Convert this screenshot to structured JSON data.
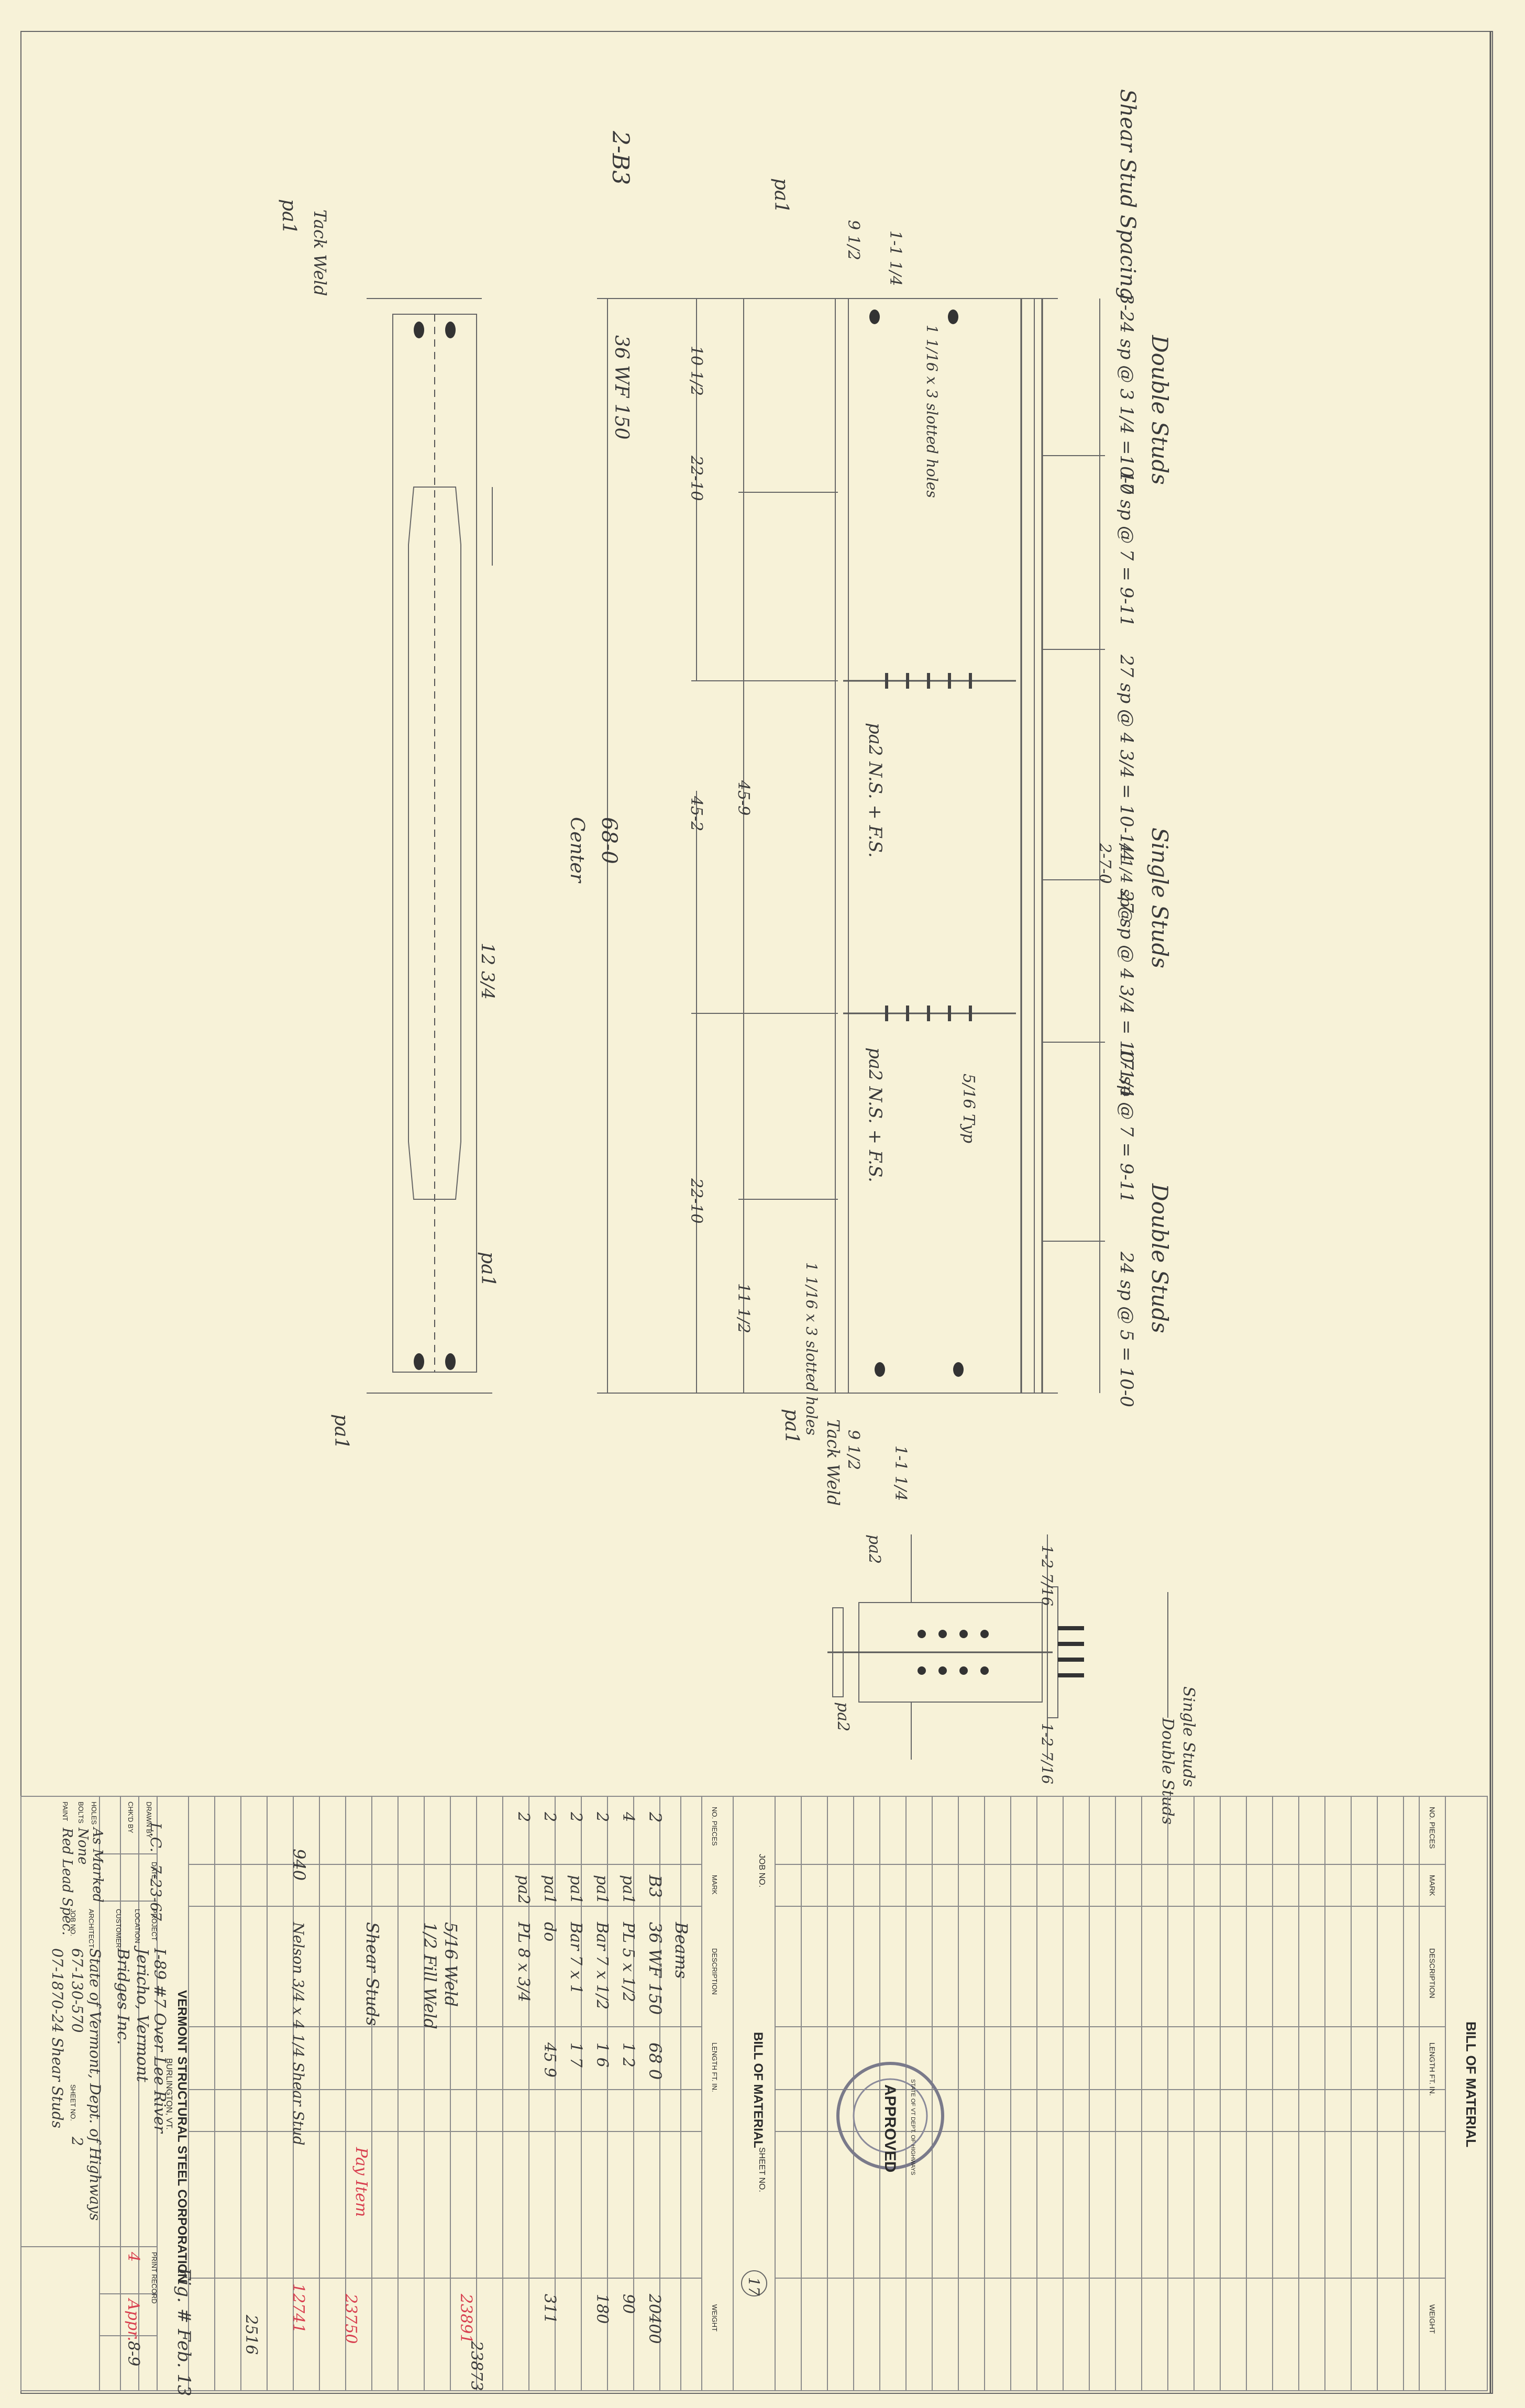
{
  "drawing": {
    "shear_stud_spacing_label": "Shear Stud Spacing",
    "spacing_segments": [
      "3-24 sp @ 3 1/4 =10-0",
      "17 sp @ 7 = 9-11",
      "27 sp @ 4 3/4 = 10-1/4",
      "2-7-0",
      "4 1/4 sp@",
      "27 sp @ 4 3/4 = 10-1/4",
      "17 sp @ 7 = 9-11",
      "24 sp @ 5 = 10-0"
    ],
    "stud_zones": [
      "Double Studs",
      "Single Studs",
      "Double Studs"
    ],
    "mark_main": "2-B3",
    "section_label": "36 WF 150",
    "center_label": "Center",
    "span_length": "68-0",
    "dims_left": [
      "10 1/2",
      "22-10",
      "45-9",
      "45-2",
      "22-10",
      "11 1/2"
    ],
    "pl_labels": [
      "pa1",
      "pa1",
      "pa1",
      "pa1",
      "pa1"
    ],
    "pa2_labels": [
      "pa2 N.S. + F.S.",
      "pa2 N.S. + F.S."
    ],
    "slot_note_top": "1 1/16 x 3 slotted holes",
    "slot_note_bottom": "1 1/16 x 3 slotted holes",
    "tack_weld": "Tack Weld",
    "end_dims": [
      "9 1/2",
      "1-1 1/4",
      "9 1/2",
      "1-1 1/4"
    ],
    "flange_label": "12 3/4",
    "typ_label": "5/16 Typ",
    "detail_labels": [
      "Single Studs",
      "Double Studs",
      "pa2",
      "pa2",
      "1-2 7/16",
      "1-2 7/16"
    ]
  },
  "bom_top": {
    "title": "BILL OF MATERIAL",
    "headers": [
      "NO. PIECES",
      "MARK",
      "DESCRIPTION",
      "LENGTH FT. IN.",
      "WEIGHT"
    ]
  },
  "bom_main": {
    "title": "BILL OF MATERIAL",
    "job_no_label": "JOB NO.",
    "sheet_no_label": "SHEET NO.",
    "sheet_circle": "17",
    "headers": [
      "NO. PIECES",
      "MARK",
      "DESCRIPTION",
      "LENGTH FT. IN.",
      "WEIGHT"
    ],
    "rows": [
      {
        "pcs": "",
        "mark": "",
        "desc": "Beams",
        "len": "",
        "wt": ""
      },
      {
        "pcs": "2",
        "mark": "B3",
        "desc": "36 WF 150",
        "len": "68 0",
        "wt": "20400"
      },
      {
        "pcs": "4",
        "mark": "pa1",
        "desc": "PL 5 x 1/2",
        "len": "1  2",
        "wt": "90"
      },
      {
        "pcs": "2",
        "mark": "pa1",
        "desc": "Bar 7 x 1/2",
        "len": "1  6",
        "wt": "180"
      },
      {
        "pcs": "2",
        "mark": "pa1",
        "desc": "Bar 7 x 1",
        "len": "1  7",
        "wt": ""
      },
      {
        "pcs": "2",
        "mark": "pa1",
        "desc": "do",
        "len": "45 9",
        "wt": "311"
      },
      {
        "pcs": "2",
        "mark": "pa2",
        "desc": "PL 8 x 3/4",
        "len": "",
        "wt": ""
      }
    ],
    "notes": [
      "5/16 Weld",
      "1/2 Fill Weld",
      "Shear Studs",
      "Pay Item"
    ],
    "stud_note": "Nelson 3/4 x 4 1/4 Shear Stud",
    "count_940": "940",
    "weights": [
      "23891",
      "23750",
      "12741",
      "2516",
      "23873"
    ]
  },
  "title_block": {
    "company": "VERMONT STRUCTURAL STEEL CORPORATION",
    "city": "BURLINGTON, VT.",
    "drawn_by_label": "DRAWN BY",
    "checked_by_label": "CHK'D BY",
    "date_label": "DATE",
    "drawn_by": "L.C.",
    "checked_by": "",
    "date_drawn": "7-23-67",
    "project_label": "PROJECT",
    "project": "I-89 #7 Over Lee River",
    "location_label": "LOCATION",
    "location": "Jericho, Vermont",
    "customer_label": "CUSTOMER",
    "customer": "Bridges Inc.",
    "architect_label": "ARCHITECT",
    "architect": "State of Vermont, Dept. of Highways",
    "job_no_label": "JOB NO.",
    "job_no": "67-130-570",
    "sheet_no_label": "SHEET NO.",
    "sheet_no": "2",
    "holes_label": "HOLES",
    "holes": "As Marked",
    "bolts_label": "BOLTS",
    "bolts": "None",
    "paint_label": "PAINT",
    "paint": "Red Lead Spec.",
    "print_record_label": "PRINT RECORD",
    "pr_no": "4",
    "pr_for": "Appr.",
    "pr_date": "8-9",
    "extra": "07-1870-24 Shear Studs",
    "fig_ref": "Fig. # Feb. 13"
  },
  "stamp": {
    "text": "APPROVED",
    "sub": "STATE OF VT DEPT. OF HIGHWAYS"
  }
}
